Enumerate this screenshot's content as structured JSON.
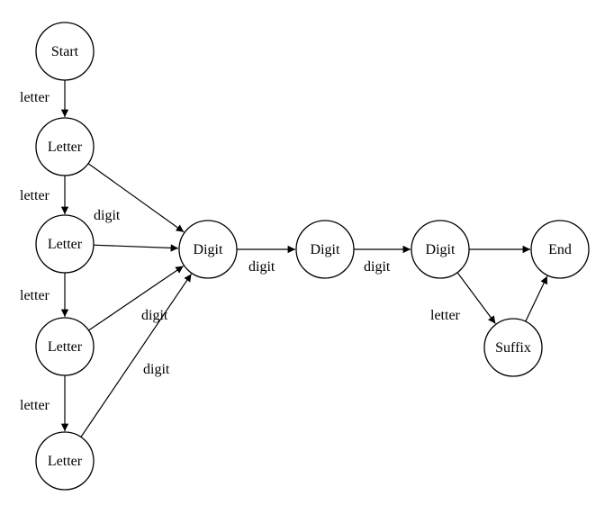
{
  "diagram": {
    "nodes": [
      {
        "id": "start",
        "label": "Start"
      },
      {
        "id": "letter1",
        "label": "Letter"
      },
      {
        "id": "letter2",
        "label": "Letter"
      },
      {
        "id": "letter3",
        "label": "Letter"
      },
      {
        "id": "letter4",
        "label": "Letter"
      },
      {
        "id": "digit1",
        "label": "Digit"
      },
      {
        "id": "digit2",
        "label": "Digit"
      },
      {
        "id": "digit3",
        "label": "Digit"
      },
      {
        "id": "suffix",
        "label": "Suffix"
      },
      {
        "id": "end",
        "label": "End"
      }
    ],
    "edges": [
      {
        "from": "start",
        "to": "letter1",
        "label": "letter"
      },
      {
        "from": "letter1",
        "to": "letter2",
        "label": "letter"
      },
      {
        "from": "letter2",
        "to": "letter3",
        "label": "letter"
      },
      {
        "from": "letter3",
        "to": "letter4",
        "label": "letter"
      },
      {
        "from": "letter1",
        "to": "digit1",
        "label": "digit"
      },
      {
        "from": "letter2",
        "to": "digit1",
        "label": ""
      },
      {
        "from": "letter3",
        "to": "digit1",
        "label": "digit"
      },
      {
        "from": "letter4",
        "to": "digit1",
        "label": "digit"
      },
      {
        "from": "digit1",
        "to": "digit2",
        "label": "digit"
      },
      {
        "from": "digit2",
        "to": "digit3",
        "label": "digit"
      },
      {
        "from": "digit3",
        "to": "end",
        "label": ""
      },
      {
        "from": "digit3",
        "to": "suffix",
        "label": "letter"
      },
      {
        "from": "suffix",
        "to": "end",
        "label": ""
      }
    ]
  }
}
